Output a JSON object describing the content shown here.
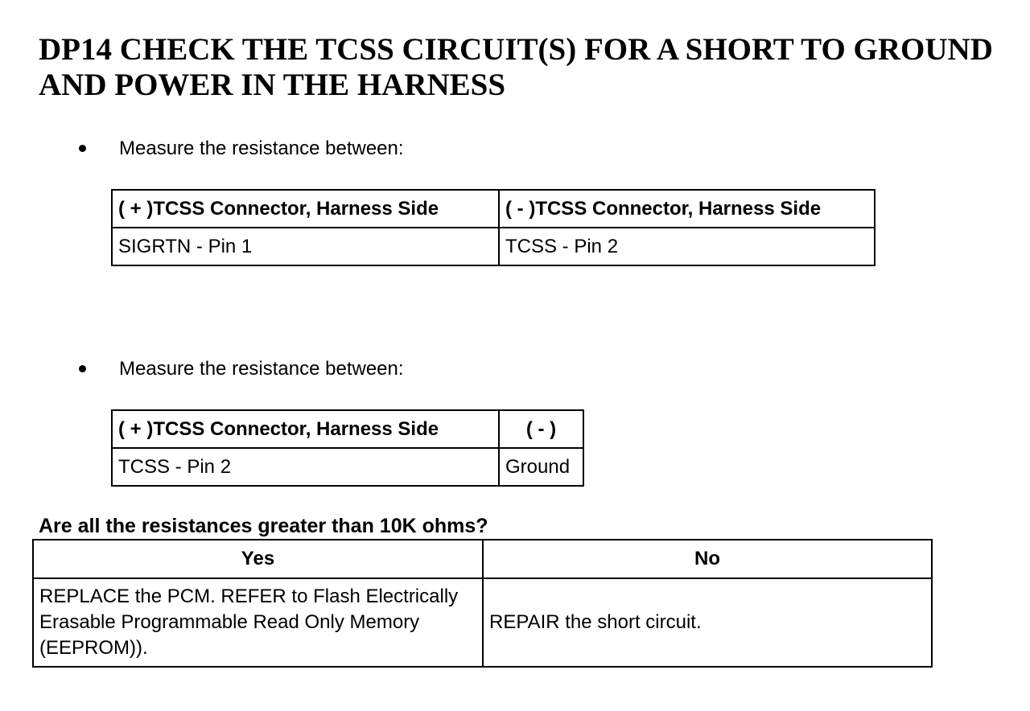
{
  "title": "DP14 CHECK THE TCSS CIRCUIT(S) FOR A SHORT TO GROUND AND POWER IN THE HARNESS",
  "step1": {
    "bullet_text": "Measure the resistance between:",
    "headers": [
      "( + )TCSS Connector, Harness Side",
      "( - )TCSS Connector, Harness Side"
    ],
    "row": [
      "SIGRTN - Pin 1",
      "TCSS - Pin 2"
    ]
  },
  "step2": {
    "bullet_text": "Measure the resistance between:",
    "headers": [
      "( + )TCSS Connector, Harness Side",
      "( - )"
    ],
    "row": [
      "TCSS - Pin 2",
      "Ground"
    ]
  },
  "question": "Are all the resistances greater than 10K ohms?",
  "result": {
    "yes_header": "Yes",
    "no_header": "No",
    "yes_text": "REPLACE the PCM. REFER to Flash Electrically Erasable Programmable Read Only Memory (EEPROM)).",
    "no_text": "REPAIR the short circuit."
  }
}
